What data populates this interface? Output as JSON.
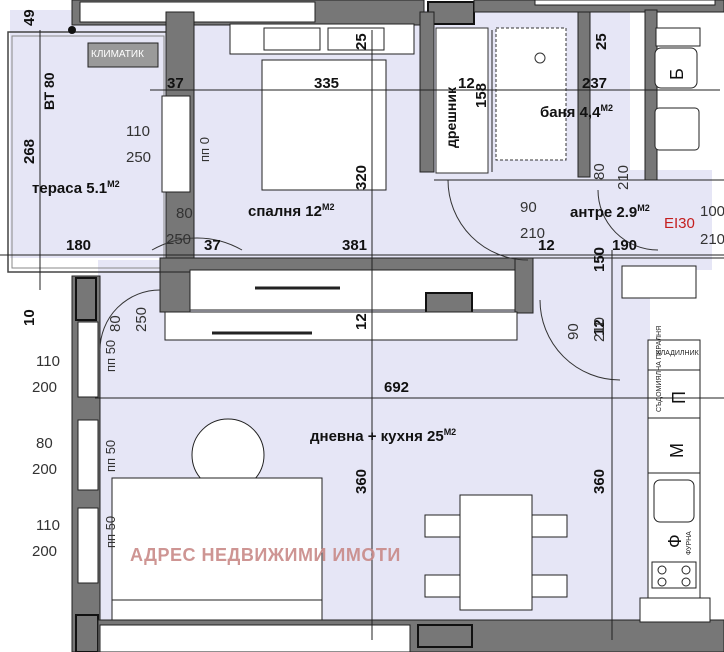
{
  "rooms": {
    "terrace": {
      "name": "тераса 5.1",
      "unit": "М2"
    },
    "bedroom": {
      "name": "спалня 12",
      "unit": "М2"
    },
    "bath": {
      "name": "баня 4,4",
      "unit": "М2"
    },
    "hall": {
      "name": "антре 2.9",
      "unit": "М2"
    },
    "living": {
      "name": "дневна + кухня 25",
      "unit": "М2"
    }
  },
  "labels": {
    "climatic": "КЛИМАТИК",
    "wardrobe": "дрешник",
    "bt": "ВТ 80",
    "ei30": "EI30",
    "fridge": "ХЛАДИЛНИК",
    "washer": "СЪДОМИЯЛНА ПЕРАЛНЯ",
    "oven": "ФУРНА",
    "b_letter": "Б",
    "p_letter": "П",
    "m_letter": "М",
    "f_letter": "Ф",
    "watermark": "АДРЕС НЕДВИЖИМИ ИМОТИ"
  },
  "dims": {
    "d49": "49",
    "d25a": "25",
    "d25b": "25",
    "d37a": "37",
    "d335": "335",
    "d12a": "12",
    "d158": "158",
    "d237": "237",
    "d268": "268",
    "d320": "320",
    "d80a": "80",
    "d210a": "210",
    "d100": "100",
    "d180": "180",
    "d37b": "37",
    "d381": "381",
    "d12b": "12",
    "d190": "190",
    "d150": "150",
    "d210b": "210",
    "d10": "10",
    "d12c": "12",
    "d12d": "12",
    "d692": "692",
    "d360a": "360",
    "d360b": "360"
  },
  "openings": {
    "w1": {
      "w": "110",
      "h": "250",
      "sill": "пп 0"
    },
    "d1": {
      "w": "80",
      "h": "250"
    },
    "d2": {
      "w": "80",
      "h": "250"
    },
    "d3": {
      "w": "90",
      "h": "210"
    },
    "d4": {
      "w": "90",
      "h": "210"
    },
    "w2": {
      "w": "110",
      "h": "200",
      "sill": "пп 50"
    },
    "w3": {
      "w": "80",
      "h": "200",
      "sill": "пп 50"
    },
    "w4": {
      "w": "110",
      "h": "200",
      "sill": "пп 50"
    }
  }
}
